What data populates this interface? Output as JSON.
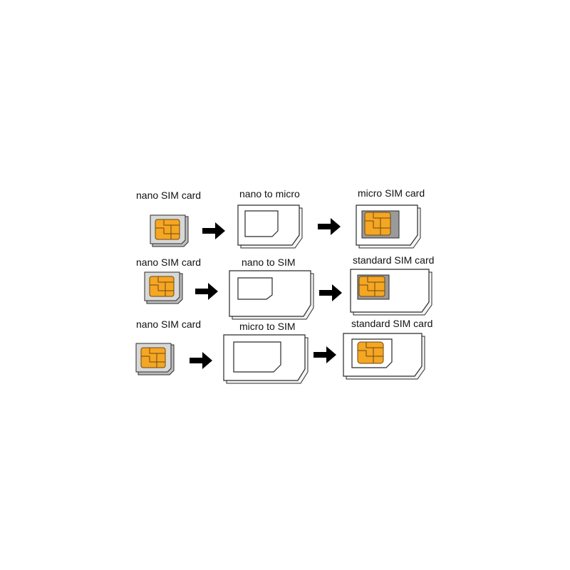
{
  "rows": [
    {
      "source_label": "nano SIM card",
      "adapter_label": "nano to micro",
      "result_label": "micro SIM card"
    },
    {
      "source_label": "nano SIM card",
      "adapter_label": "nano to SIM",
      "result_label": "standard SIM card"
    },
    {
      "source_label": "nano SIM card",
      "adapter_label": "micro to SIM",
      "result_label": "standard SIM card"
    }
  ],
  "colors": {
    "chip": "#f5a623",
    "chip_lines": "#6b4a10",
    "card_gray": "#9a9a9a",
    "outline": "#2a2a2a",
    "arrow": "#000000"
  }
}
